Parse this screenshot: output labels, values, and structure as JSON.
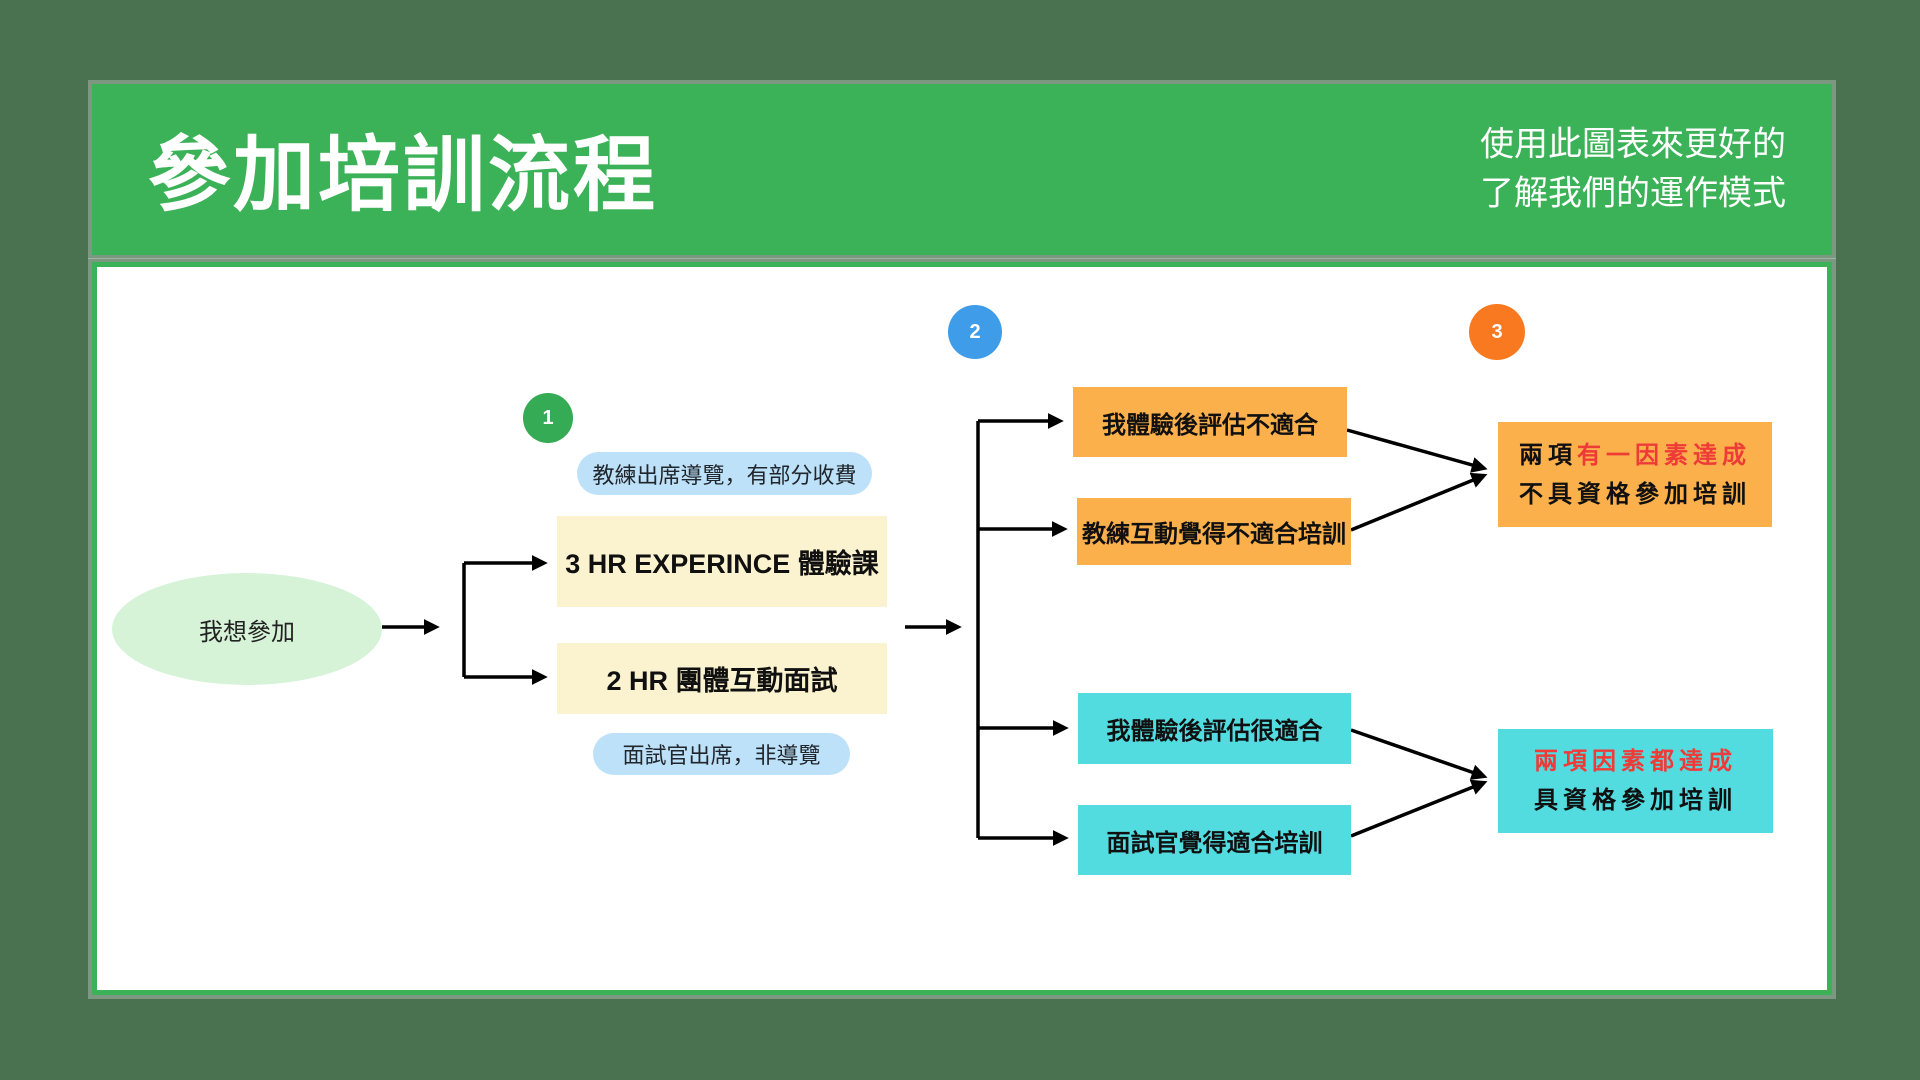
{
  "header": {
    "title": "參加培訓流程",
    "subtitle_line1": "使用此圖表來更好的",
    "subtitle_line2": "了解我們的運作模式"
  },
  "flow": {
    "start_label": "我想參加",
    "badge1": "1",
    "badge2": "2",
    "badge3": "3",
    "note_top": "教練出席導覽，有部分收費",
    "option_experience": "3 HR EXPERINCE 體驗課",
    "option_interview": "2 HR 團體互動面試",
    "note_bottom": "面試官出席，非導覽",
    "fail_self": "我體驗後評估不適合",
    "fail_coach": "教練互動覺得不適合培訓",
    "pass_self": "我體驗後評估很適合",
    "pass_interviewer": "面試官覺得適合培訓",
    "result_fail_prefix": "兩項",
    "result_fail_highlight": "有一因素達成",
    "result_fail_line2": "不具資格參加培訓",
    "result_pass_highlight": "兩項因素都達成",
    "result_pass_line2": "具資格參加培訓"
  },
  "colors": {
    "page_background": "#4a7150",
    "header_green": "#3bb257",
    "start_ellipse_green": "#d6f3d8",
    "note_pill_blue": "#bee1fa",
    "option_yellow": "#fbf3d0",
    "fail_orange": "#fbb04c",
    "pass_cyan": "#52dce0",
    "badge1_green": "#35ab55",
    "badge2_blue": "#3e9ce9",
    "badge3_orange": "#f8791f",
    "highlight_red": "#ee3b38",
    "connector_black": "#000000"
  }
}
